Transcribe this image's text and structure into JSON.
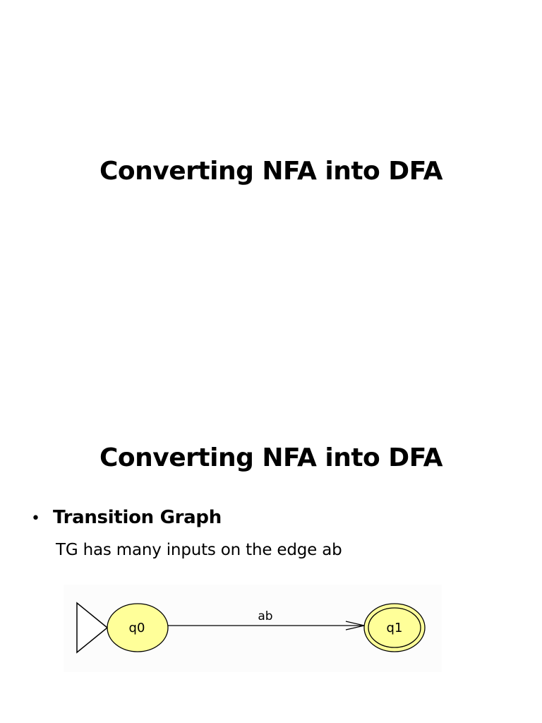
{
  "slides": [
    {
      "title": "Converting NFA into DFA"
    },
    {
      "title": "Converting NFA into DFA",
      "bullet": "Transition Graph",
      "subtext": "TG has many inputs on the edge ab",
      "diagram": {
        "states": [
          {
            "id": "q0",
            "label": "q0",
            "initial": true,
            "accepting": false
          },
          {
            "id": "q1",
            "label": "q1",
            "initial": false,
            "accepting": true
          }
        ],
        "edges": [
          {
            "from": "q0",
            "to": "q1",
            "label": "ab"
          }
        ],
        "colors": {
          "state_fill": "#ffff99",
          "state_stroke": "#000000",
          "edge": "#000000",
          "background": "#fcfcfc"
        }
      }
    }
  ]
}
